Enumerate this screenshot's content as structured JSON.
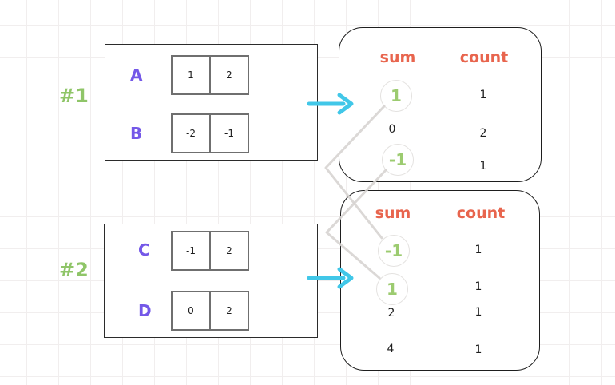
{
  "examples": [
    {
      "tag": "#1",
      "rows": [
        {
          "label": "A",
          "cells": [
            "1",
            "2"
          ]
        },
        {
          "label": "B",
          "cells": [
            "-2",
            "-1"
          ]
        }
      ]
    },
    {
      "tag": "#2",
      "rows": [
        {
          "label": "C",
          "cells": [
            "-1",
            "2"
          ]
        },
        {
          "label": "D",
          "cells": [
            "0",
            "2"
          ]
        }
      ]
    }
  ],
  "result_panels": [
    {
      "sum_header": "sum",
      "count_header": "count",
      "rows": [
        {
          "sum": "1",
          "count": "1",
          "circled": true
        },
        {
          "sum": "0",
          "count": "2",
          "circled": false
        },
        {
          "sum": "-1",
          "count": "1",
          "circled": true
        }
      ]
    },
    {
      "sum_header": "sum",
      "count_header": "count",
      "rows": [
        {
          "sum": "-1",
          "count": "1",
          "circled": true
        },
        {
          "sum": "1",
          "count": "1",
          "circled": true
        },
        {
          "sum": "2",
          "count": "1",
          "circled": false
        },
        {
          "sum": "4",
          "count": "1",
          "circled": false
        }
      ]
    }
  ],
  "colors": {
    "label_purple": "#7458e8",
    "tag_green": "#8fc568",
    "circled_sum_green": "#9ccb70",
    "header_orange": "#e8654e",
    "arrow_cyan": "#41c7e8",
    "connector_gray": "#d7d4d2",
    "shape_border": "#1e1e1e",
    "cell_border": "#6f6f6f",
    "grid_line": "#f1eeee"
  }
}
